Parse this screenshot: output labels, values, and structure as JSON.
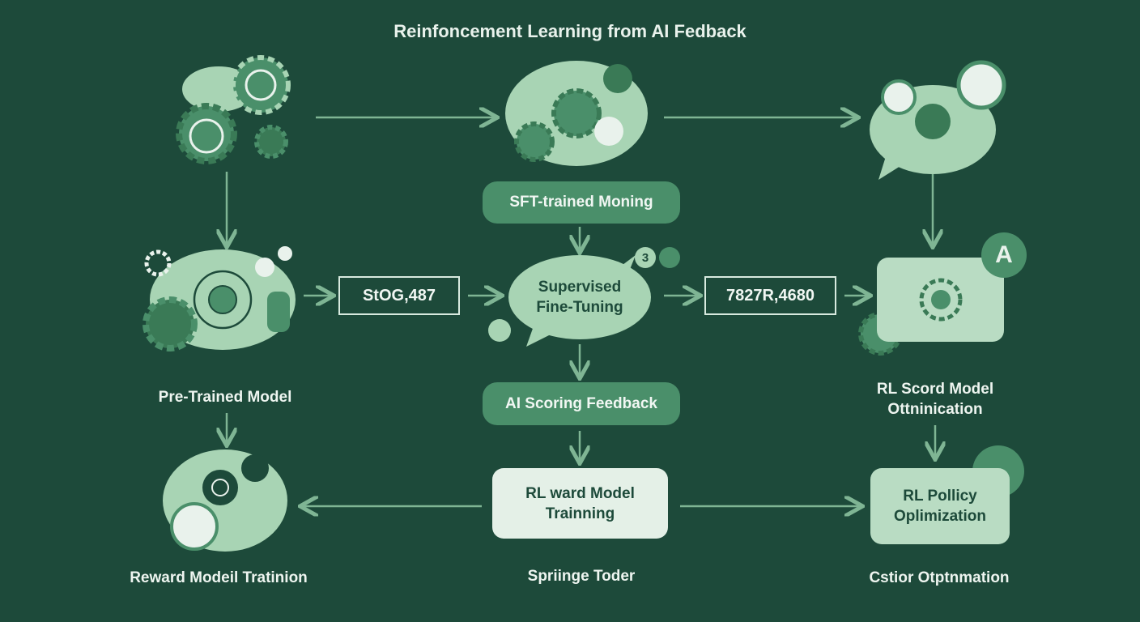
{
  "title": "Reinfoncement Learning from AI Fedback",
  "nodes": {
    "sft_trained": "SFT-trained Moning",
    "sft": "Supervised Fine-Tuning",
    "ai_scoring": "AI Scoring Feedback",
    "rl_ward": "RL ward Model Trainning",
    "rl_policy": "RL Pollicy Oplimization",
    "box_left": "StOG,487",
    "box_right": "7827R,4680",
    "badge_a": "A",
    "badge_3": "3"
  },
  "labels": {
    "pretrained": "Pre-Trained Model",
    "rl_scord_1": "RL Scord Model",
    "rl_scord_2": "Ottninication",
    "reward": "Reward Modeil Tratinion",
    "springe": "Spriinge Toder",
    "cstior": "Cstior Otptnmation"
  },
  "colors": {
    "background": "#1d4a3a",
    "accent": "#4a8f6a",
    "light": "#b9dcc3"
  }
}
